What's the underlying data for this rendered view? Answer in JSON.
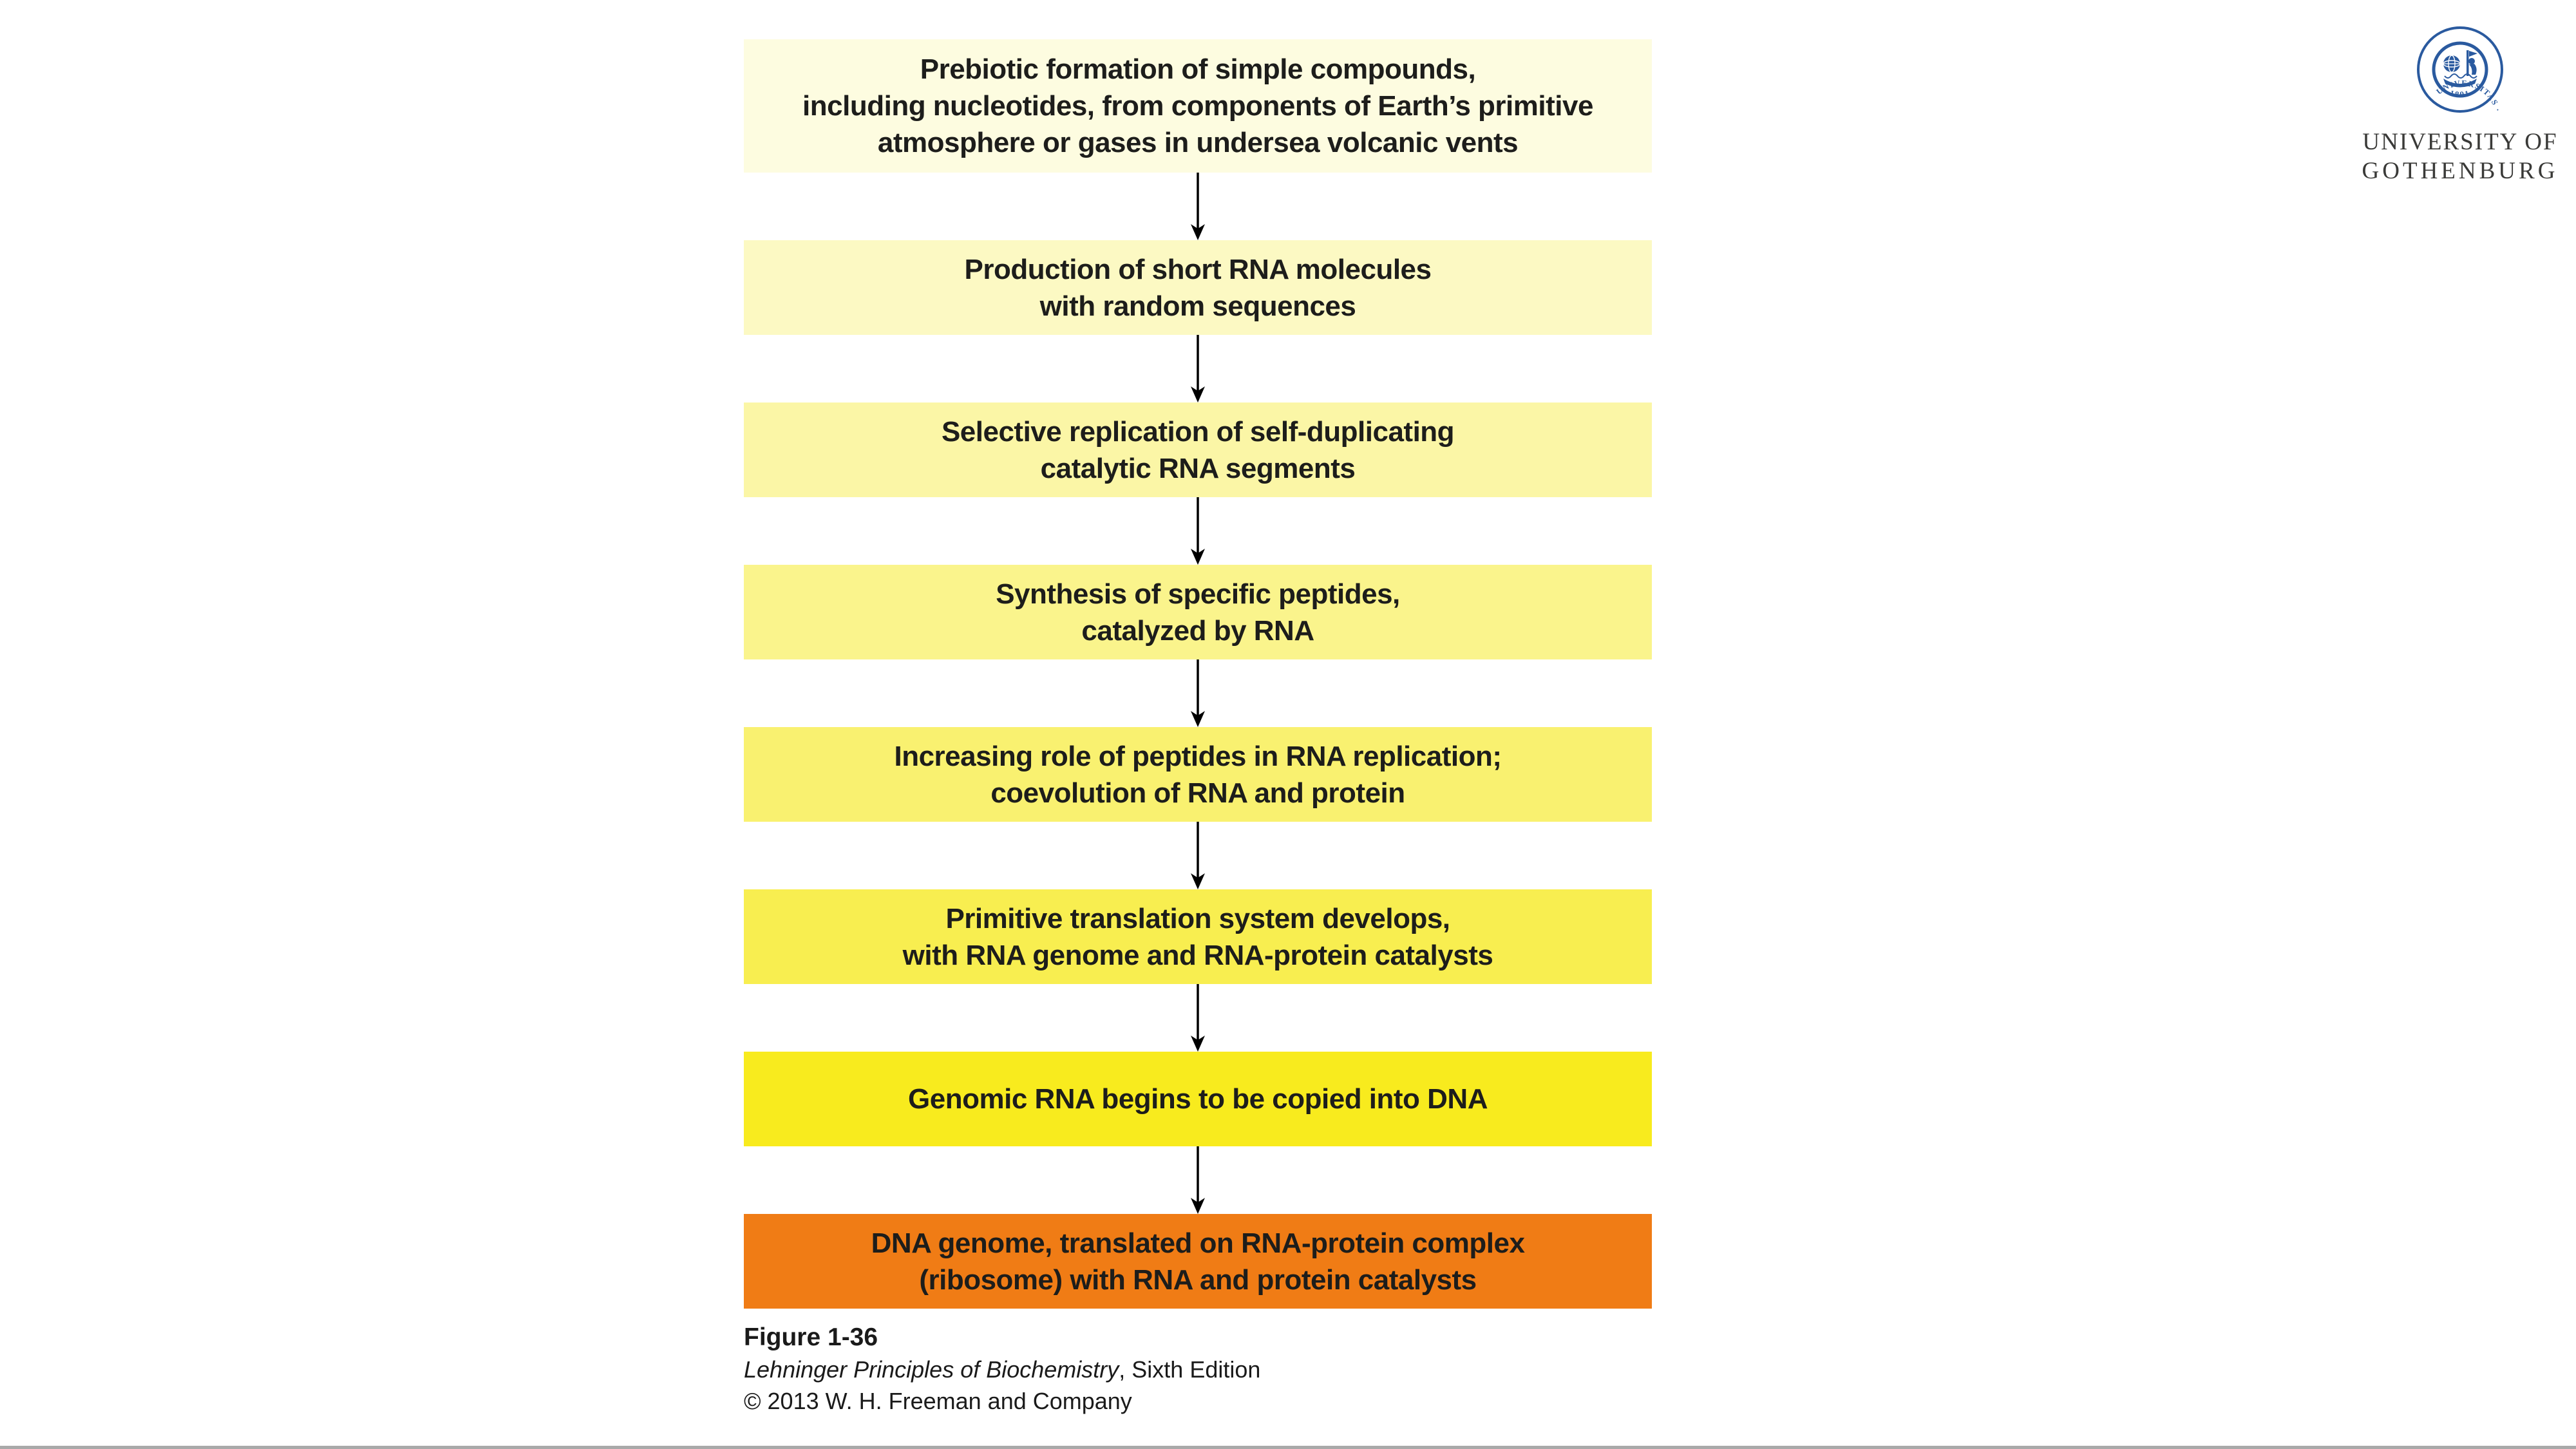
{
  "slide": {
    "background": "#ffffff",
    "bottom_edge_color": "#a9a9a9"
  },
  "flowchart": {
    "text_color": "#1d1d1b",
    "arrow_color": "#000000",
    "steps": [
      {
        "bg": "#FDFCE0",
        "lines": [
          "Prebiotic formation of simple compounds,",
          "including nucleotides, from components of Earth’s primitive",
          "atmosphere or gases in undersea volcanic vents"
        ]
      },
      {
        "bg": "#FCF9C3",
        "lines": [
          "Production of short RNA molecules",
          "with random sequences"
        ]
      },
      {
        "bg": "#FBF6A6",
        "lines": [
          "Selective replication of self-duplicating",
          "catalytic RNA segments"
        ]
      },
      {
        "bg": "#FAF48C",
        "lines": [
          "Synthesis of specific peptides,",
          "catalyzed by RNA"
        ]
      },
      {
        "bg": "#F9F170",
        "lines": [
          "Increasing role of peptides in RNA replication;",
          "coevolution of RNA and protein"
        ]
      },
      {
        "bg": "#F8EE50",
        "lines": [
          "Primitive translation system develops,",
          "with RNA genome and RNA-protein catalysts"
        ]
      },
      {
        "bg": "#F8EB1E",
        "lines": [
          "Genomic RNA begins to be copied into DNA"
        ]
      },
      {
        "bg": "#F07C15",
        "lines": [
          "DNA genome, translated on RNA-protein complex",
          "(ribosome) with RNA and protein catalysts"
        ]
      }
    ]
  },
  "caption": {
    "figure_label": "Figure 1-36",
    "book_title_italic": "Lehninger Principles of Biochemistry",
    "book_edition": ", Sixth Edition",
    "copyright": "© 2013 W. H. Freeman and Company"
  },
  "logo": {
    "seal_color": "#2A5A9F",
    "ring_text": "UNIVERSITAS · GOTHOBURGENSIS",
    "seal_year": "· 1891 ·",
    "wordmark_line1": "UNIVERSITY OF",
    "wordmark_line2": "GOTHENBURG",
    "wordmark_color": "#3a3a38"
  }
}
